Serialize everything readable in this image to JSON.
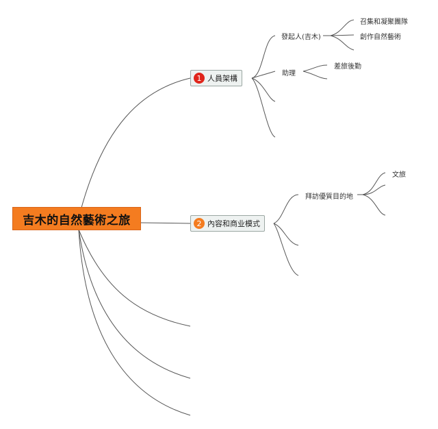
{
  "root": {
    "title": "吉木的自然藝術之旅",
    "color": "#f47c20"
  },
  "branches": [
    {
      "number": "1",
      "label": "人員架構",
      "badge_color": "#e0251b",
      "children": [
        {
          "label": "發起人(吉木)",
          "children": [
            "召集和凝聚團隊",
            "創作自然藝術"
          ]
        },
        {
          "label": "助理",
          "children": [
            "差旅後勤"
          ]
        }
      ]
    },
    {
      "number": "2",
      "label": "內容和商业模式",
      "badge_color": "#f47c20",
      "children": [
        {
          "label": "拜訪優質目的地",
          "children": [
            "文旅"
          ]
        }
      ]
    }
  ]
}
